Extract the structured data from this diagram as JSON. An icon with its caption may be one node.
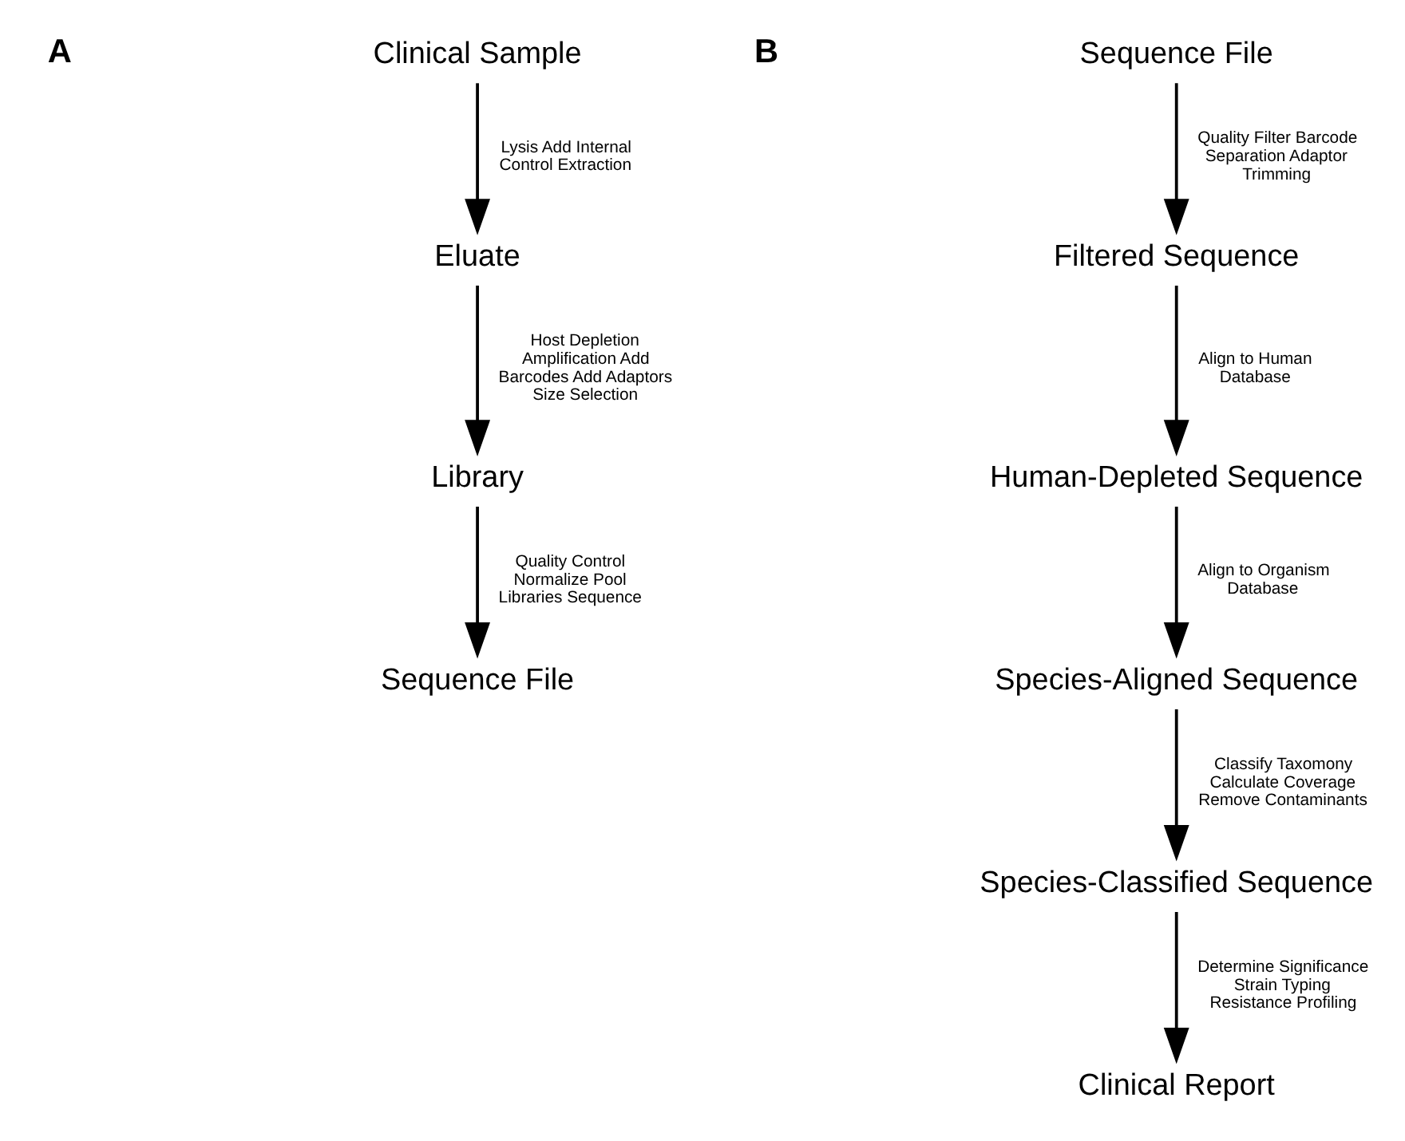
{
  "diagram": {
    "nodes": [
      {
        "text": [
          "Clinical Sample"
        ]
      },
      {
        "text": [
          "Eluate"
        ]
      },
      {
        "text": [
          "Library"
        ]
      },
      {
        "text": [
          "Sequence File"
        ]
      },
      {
        "text": [
          "Sequence File"
        ]
      },
      {
        "text": [
          "Filtered Sequence"
        ]
      },
      {
        "text": [
          "Human-Depleted Sequence"
        ]
      },
      {
        "text": [
          "Species-Aligned Sequence"
        ]
      },
      {
        "text": [
          "Species-Classified Sequence"
        ]
      },
      {
        "text": [
          "Clinical Report"
        ]
      }
    ],
    "edges": [
      {
        "from": 0,
        "to": 1,
        "arrow": "to",
        "label": "Lysis Add Internal Control Extraction"
      },
      {
        "from": 1,
        "to": 2,
        "arrow": "to",
        "label": "Host Depletion Amplification Add Barcodes Add Adaptors Size Selection"
      },
      {
        "from": 2,
        "to": 3,
        "arrow": "to",
        "label": "Quality Control Normalize Pool Libraries Sequence"
      },
      {
        "from": 4,
        "to": 5,
        "arrow": "to",
        "label": "Quality Filter Barcode Separation Adaptor Trimming"
      },
      {
        "from": 5,
        "to": 6,
        "arrow": "to",
        "label": "Align to Human Database"
      },
      {
        "from": 6,
        "to": 7,
        "arrow": "to",
        "label": "Align to Organism Database"
      },
      {
        "from": 7,
        "to": 8,
        "arrow": "to",
        "label": "Classify Taxomony Calculate Coverage Remove Contaminants"
      },
      {
        "from": 8,
        "to": 9,
        "arrow": "to",
        "label": "Determine Significance Strain Typing Resistance Profiling"
      }
    ],
    "labels": [
      "A",
      "B"
    ]
  }
}
